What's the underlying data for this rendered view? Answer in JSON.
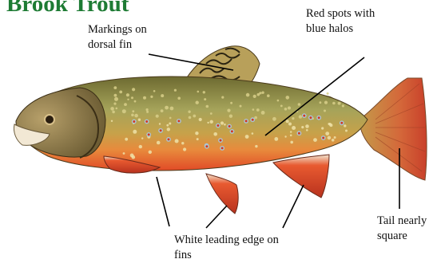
{
  "title": "Brook Trout",
  "labels": {
    "dorsal": [
      "Markings on",
      "dorsal fin"
    ],
    "spots": [
      "Red spots with",
      "blue halos"
    ],
    "fins": [
      "White leading edge on",
      "fins"
    ],
    "tail": [
      "Tail nearly",
      "square"
    ]
  },
  "colors": {
    "title": "#1e7b34",
    "back": "#8c8a48",
    "belly": "#e8532a",
    "fins": "#e04a2a",
    "spots_blue": "#a9c6d6",
    "spots_red": "#d23a22"
  }
}
